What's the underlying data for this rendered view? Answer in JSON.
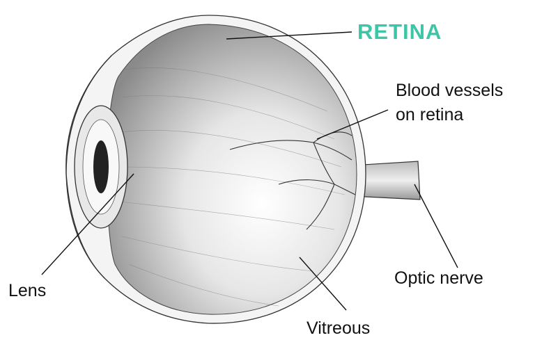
{
  "title_label": "RETINA",
  "accent_color": "#3cc6a6",
  "labels": {
    "blood_vessels_line1": "Blood vessels",
    "blood_vessels_line2": "on retina",
    "optic_nerve": "Optic nerve",
    "lens": "Lens",
    "vitreous": "Vitreous"
  }
}
